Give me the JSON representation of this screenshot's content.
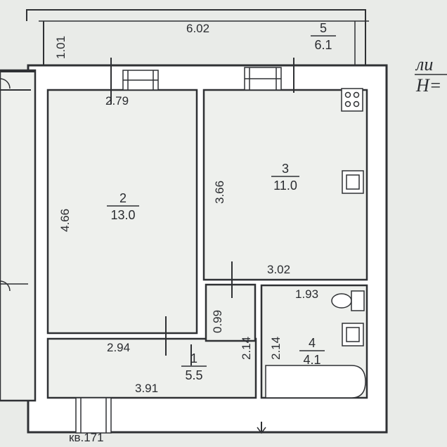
{
  "plan": {
    "dimensions": {
      "balcony_length": "6.02",
      "balcony_depth": "1.01",
      "room2_width": "2.79",
      "room2_length": "4.66",
      "room2_bottom": "2.94",
      "kitchen_height": "3.66",
      "kitchen_width": "3.02",
      "hall_gap": "0.99",
      "corridor_left": "2.14",
      "corridor_right": "2.14",
      "bath_width": "1.93",
      "hall_width": "3.91"
    },
    "rooms": [
      {
        "number": "1",
        "area": "5.5"
      },
      {
        "number": "2",
        "area": "13.0"
      },
      {
        "number": "3",
        "area": "11.0"
      },
      {
        "number": "4",
        "area": "4.1"
      },
      {
        "number": "5",
        "area": "6.1"
      }
    ],
    "apartment_label": "кв.171",
    "legend": {
      "line1": "ли",
      "line2": "H="
    }
  }
}
